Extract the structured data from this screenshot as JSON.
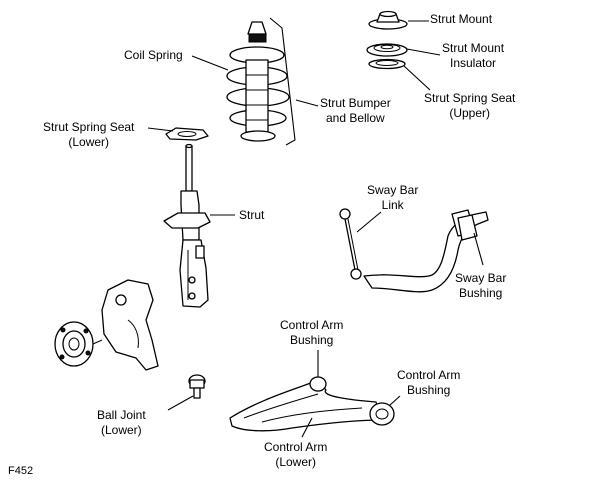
{
  "figure_code": "F452",
  "labels": {
    "strut_mount": "Strut Mount",
    "strut_mount_insulator": [
      "Strut Mount",
      "Insulator"
    ],
    "coil_spring": "Coil Spring",
    "strut_spring_seat_upper": [
      "Strut Spring Seat",
      "(Upper)"
    ],
    "strut_bumper_bellow": [
      "Strut Bumper",
      "and Bellow"
    ],
    "strut_spring_seat_lower": [
      "Strut Spring Seat",
      "(Lower)"
    ],
    "strut": "Strut",
    "sway_bar_link": [
      "Sway Bar",
      "Link"
    ],
    "sway_bar_bushing": [
      "Sway Bar",
      "Bushing"
    ],
    "control_arm_bushing_top": [
      "Control Arm",
      "Bushing"
    ],
    "control_arm_bushing_right": [
      "Control Arm",
      "Bushing"
    ],
    "ball_joint_lower": [
      "Ball Joint",
      "(Lower)"
    ],
    "control_arm_lower": [
      "Control Arm",
      "(Lower)"
    ]
  }
}
